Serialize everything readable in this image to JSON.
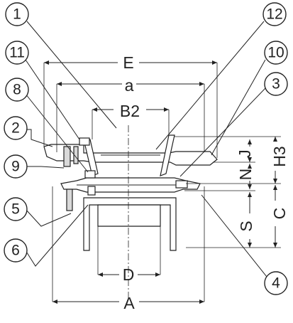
{
  "callouts": [
    {
      "id": "c1",
      "label": "1"
    },
    {
      "id": "c11",
      "label": "11"
    },
    {
      "id": "c8",
      "label": "8"
    },
    {
      "id": "c2",
      "label": "2"
    },
    {
      "id": "c9",
      "label": "9"
    },
    {
      "id": "c5",
      "label": "5"
    },
    {
      "id": "c6",
      "label": "6"
    },
    {
      "id": "c12",
      "label": "12"
    },
    {
      "id": "c10",
      "label": "10"
    },
    {
      "id": "c3",
      "label": "3"
    },
    {
      "id": "c4",
      "label": "4"
    }
  ],
  "dimensions": {
    "E": "E",
    "a": "a",
    "B2": "B2",
    "D": "D",
    "A": "A",
    "J": "J",
    "N": "N",
    "H3": "H3",
    "S": "S",
    "C": "C"
  }
}
